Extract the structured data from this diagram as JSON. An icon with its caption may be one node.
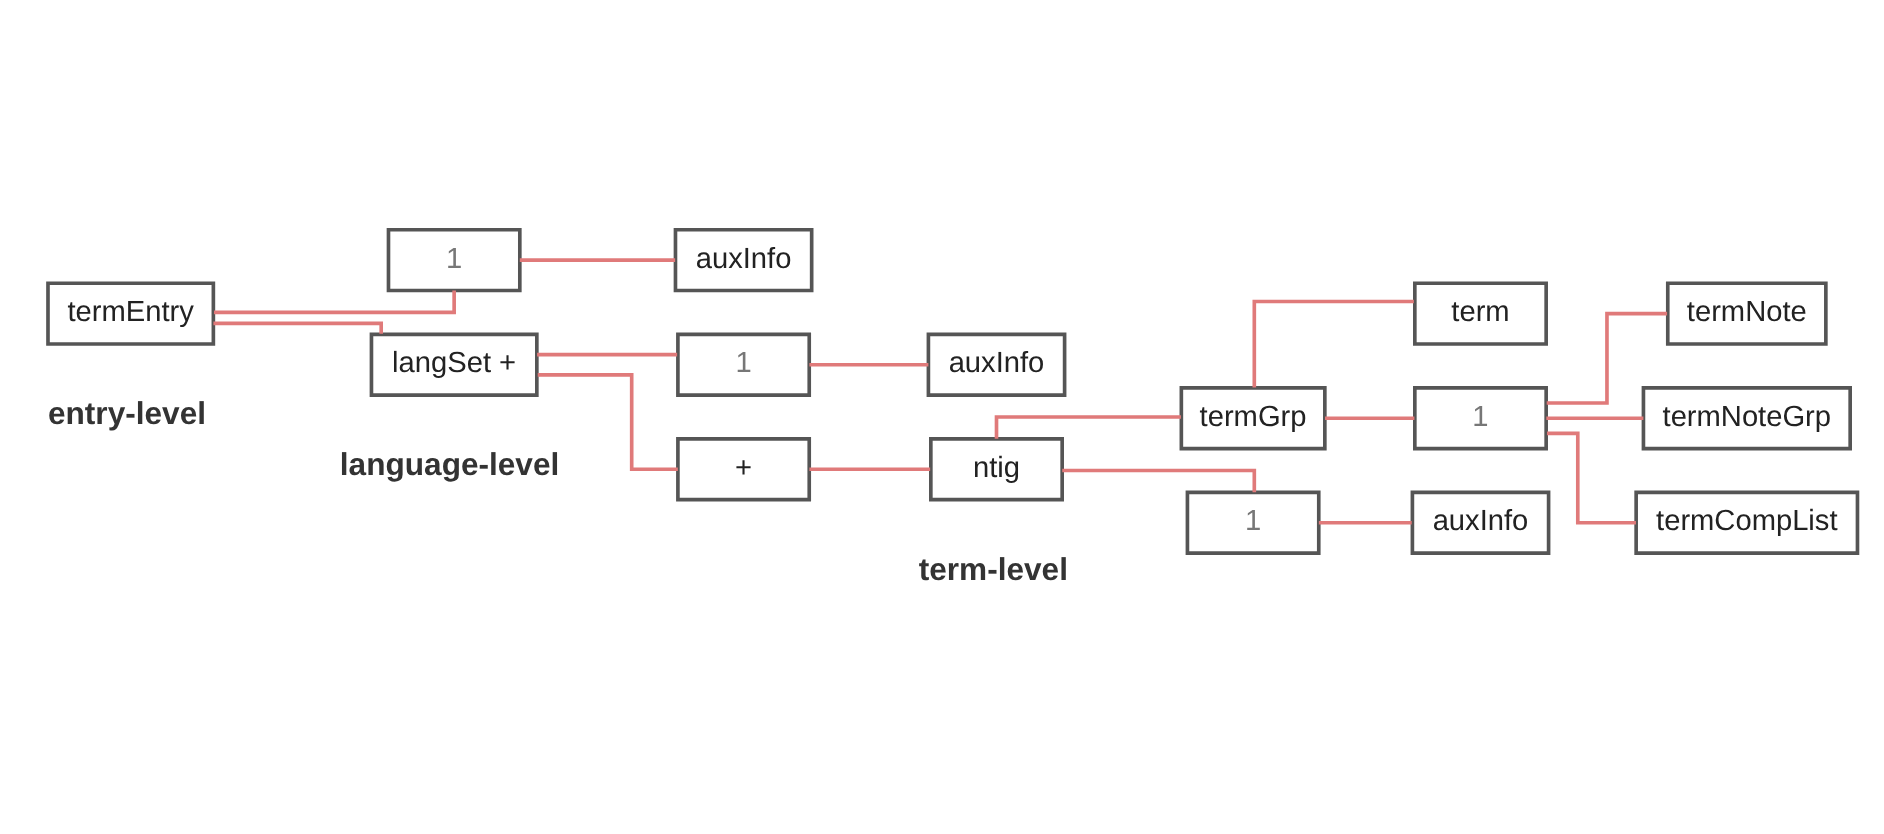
{
  "diagram": {
    "nodes": [
      {
        "text": [
          "termEntry"
        ]
      },
      {
        "text": [
          "1"
        ]
      },
      {
        "text": [
          "auxInfo"
        ]
      },
      {
        "text": [
          "langSet +"
        ]
      },
      {
        "text": [
          "1"
        ]
      },
      {
        "text": [
          "auxInfo"
        ]
      },
      {
        "text": [
          "+"
        ]
      },
      {
        "text": [
          "ntig"
        ]
      },
      {
        "text": [
          "termGrp"
        ]
      },
      {
        "text": [
          "term"
        ]
      },
      {
        "text": [
          "1"
        ]
      },
      {
        "text": [
          "termNote"
        ]
      },
      {
        "text": [
          "termNoteGrp"
        ]
      },
      {
        "text": [
          "termCompList"
        ]
      },
      {
        "text": [
          "1"
        ]
      },
      {
        "text": [
          "auxInfo"
        ]
      }
    ],
    "edges": [
      {
        "from": 0,
        "to": 1,
        "arrow": "none"
      },
      {
        "from": 1,
        "to": 2,
        "arrow": "none"
      },
      {
        "from": 0,
        "to": 3,
        "arrow": "none"
      },
      {
        "from": 3,
        "to": 4,
        "arrow": "none"
      },
      {
        "from": 4,
        "to": 5,
        "arrow": "none"
      },
      {
        "from": 3,
        "to": 6,
        "arrow": "none"
      },
      {
        "from": 6,
        "to": 7,
        "arrow": "none"
      },
      {
        "from": 7,
        "to": 8,
        "arrow": "none"
      },
      {
        "from": 8,
        "to": 9,
        "arrow": "none"
      },
      {
        "from": 8,
        "to": 10,
        "arrow": "none"
      },
      {
        "from": 10,
        "to": 11,
        "arrow": "none"
      },
      {
        "from": 10,
        "to": 12,
        "arrow": "none"
      },
      {
        "from": 10,
        "to": 13,
        "arrow": "none"
      },
      {
        "from": 7,
        "to": 14,
        "arrow": "none"
      },
      {
        "from": 14,
        "to": 15,
        "arrow": "none"
      }
    ],
    "labels": [
      "entry-level",
      "language-level",
      "term-level"
    ]
  }
}
